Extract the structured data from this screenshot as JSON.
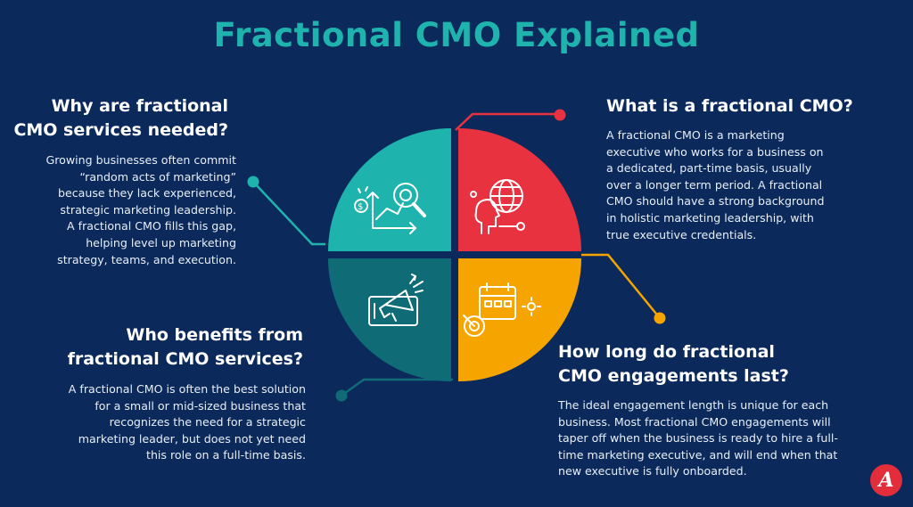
{
  "title": "Fractional CMO Explained",
  "colors": {
    "background": "#0b2a5b",
    "title": "#1fb3ad",
    "teal": "#1fb3ad",
    "red": "#e8323f",
    "dark_teal": "#0f6b76",
    "orange": "#f5a400"
  },
  "sections": {
    "why": {
      "heading_lines": [
        "Why are fractional",
        "CMO services needed?"
      ],
      "body_lines": [
        "Growing businesses often commit",
        "“random acts of marketing”",
        "because they lack experienced,",
        "strategic marketing leadership.",
        "A fractional CMO fills this gap,",
        "helping level up marketing",
        "strategy, teams, and execution."
      ]
    },
    "what": {
      "heading_lines": [
        "What is a fractional CMO?"
      ],
      "body_lines": [
        "A fractional CMO is a marketing",
        "executive who works for a business on",
        "a dedicated, part-time basis, usually",
        "over a longer term period. A fractional",
        "CMO should have a strong background",
        "in holistic marketing leadership, with",
        "true executive credentials."
      ]
    },
    "who": {
      "heading_lines": [
        "Who benefits from",
        "fractional CMO services?"
      ],
      "body_lines": [
        "A fractional CMO is often the best solution",
        "for a small or mid-sized business that",
        "recognizes the need for a strategic",
        "marketing leader, but does not yet need",
        "this role on a full-time basis."
      ]
    },
    "how_long": {
      "heading_lines": [
        "How long do fractional",
        "CMO engagements last?"
      ],
      "body_lines": [
        "The ideal engagement length is unique for each",
        "business. Most fractional CMO engagements will",
        "taper off when the business is ready to hire a full-",
        "time marketing executive, and will end when that",
        "new executive is fully onboarded."
      ]
    }
  },
  "quadrants": [
    {
      "name": "top-left",
      "color": "#1fb3ad",
      "icon": "growth-chart-search-icon"
    },
    {
      "name": "top-right",
      "color": "#e8323f",
      "icon": "globe-person-icon"
    },
    {
      "name": "bottom-left",
      "color": "#0f6b76",
      "icon": "megaphone-phone-icon"
    },
    {
      "name": "bottom-right",
      "color": "#f5a400",
      "icon": "calendar-target-icon"
    }
  ],
  "logo": {
    "glyph": "A",
    "color": "#e32d3b",
    "icon": "brand-logo-icon"
  }
}
